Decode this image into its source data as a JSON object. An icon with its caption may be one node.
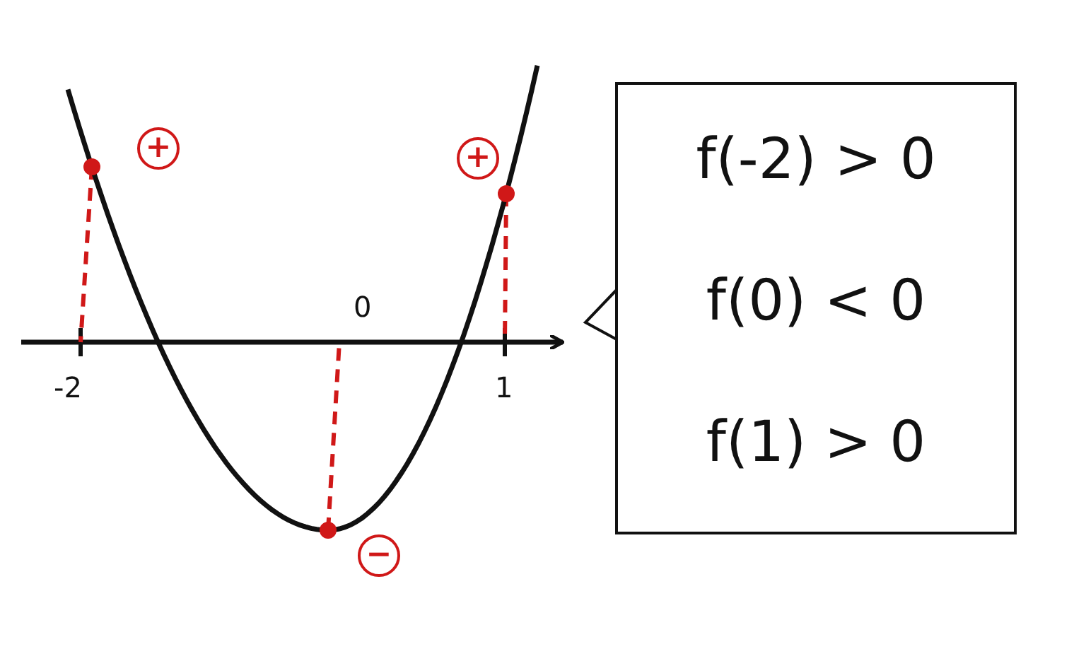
{
  "diagram": {
    "nodes": [
      {
        "text": [
          "+"
        ]
      },
      {
        "text": [
          "+"
        ]
      },
      {
        "text": [
          "f(-2) > 0",
          "f(0) < 0",
          "f(1) > 0"
        ]
      },
      {
        "text": [
          "−"
        ]
      }
    ],
    "labels": [
      "0",
      "-2",
      "1"
    ]
  }
}
